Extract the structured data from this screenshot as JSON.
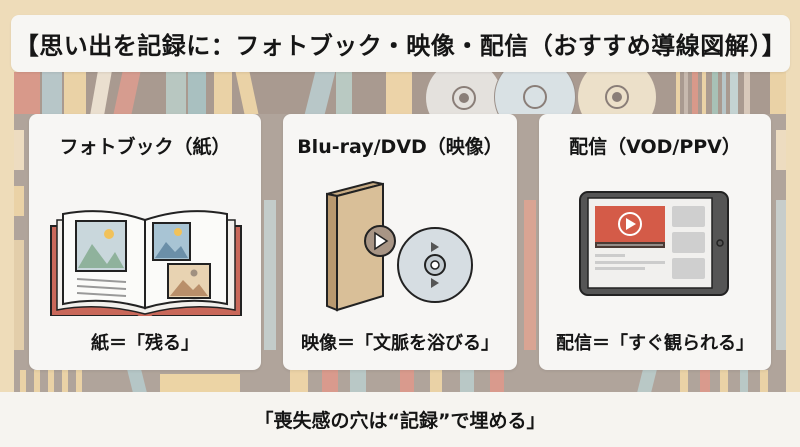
{
  "header": {
    "title": "【思い出を記録に：フォトブック・映像・配信（おすすめ導線図解）】"
  },
  "cards": [
    {
      "title": "フォトブック（紙）",
      "caption": "紙＝「残る」",
      "icon": "photo-book-icon"
    },
    {
      "title": "Blu-ray/DVD（映像）",
      "caption": "映像＝「文脈を浴びる」",
      "icon": "dvd-case-disc-icon"
    },
    {
      "title": "配信（VOD/PPV）",
      "caption": "配信＝「すぐ観られる」",
      "icon": "tablet-video-icon"
    }
  ],
  "footer": {
    "tagline": "「喪失感の穴は“記録”で埋める」"
  },
  "colors": {
    "background": "#e8d6b6",
    "card": "#f7f6f4",
    "text": "#151515",
    "book_cover": "#c9685a",
    "dvd_case": "#d9bf98",
    "video_red": "#d45b48"
  }
}
